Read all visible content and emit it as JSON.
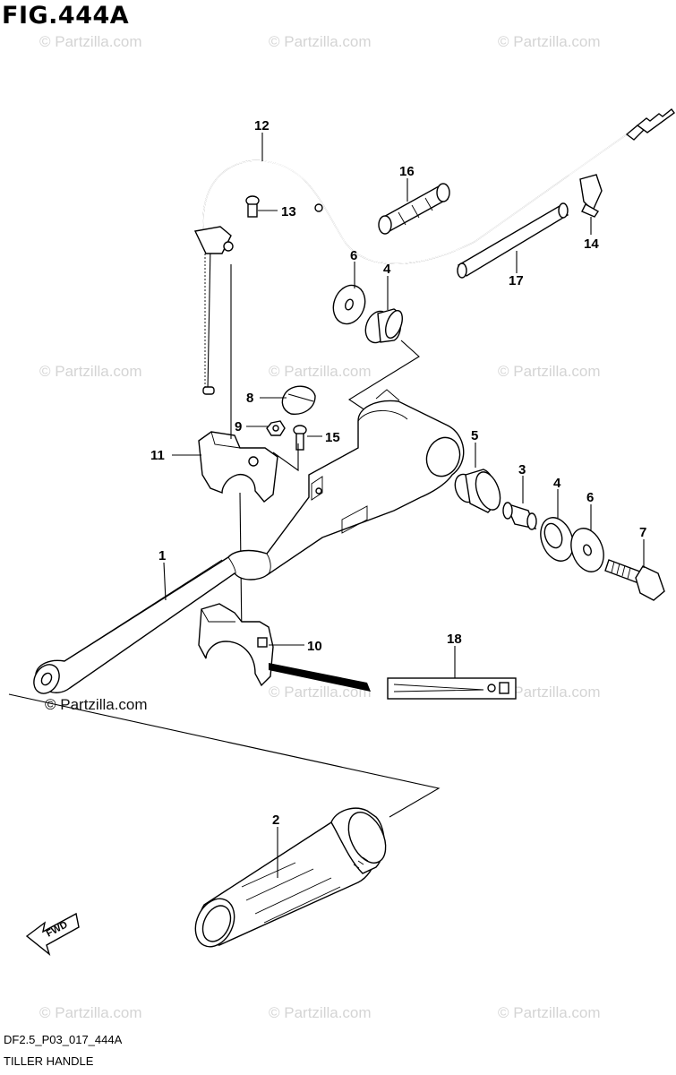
{
  "figure": {
    "title": "FIG.444A",
    "code": "DF2.5_P03_017_444A",
    "name": "TILLER HANDLE"
  },
  "watermark": {
    "text": "© Partzilla.com",
    "overlay_text": "© Partzilla.com"
  },
  "callouts": [
    {
      "id": "1",
      "label": "1"
    },
    {
      "id": "2",
      "label": "2"
    },
    {
      "id": "3",
      "label": "3"
    },
    {
      "id": "4a",
      "label": "4"
    },
    {
      "id": "4b",
      "label": "4"
    },
    {
      "id": "5",
      "label": "5"
    },
    {
      "id": "6a",
      "label": "6"
    },
    {
      "id": "6b",
      "label": "6"
    },
    {
      "id": "7",
      "label": "7"
    },
    {
      "id": "8",
      "label": "8"
    },
    {
      "id": "9",
      "label": "9"
    },
    {
      "id": "10",
      "label": "10"
    },
    {
      "id": "11",
      "label": "11"
    },
    {
      "id": "12",
      "label": "12"
    },
    {
      "id": "13",
      "label": "13"
    },
    {
      "id": "14",
      "label": "14"
    },
    {
      "id": "15",
      "label": "15"
    },
    {
      "id": "16",
      "label": "16"
    },
    {
      "id": "17",
      "label": "17"
    },
    {
      "id": "18",
      "label": "18"
    }
  ],
  "fwd_arrow": {
    "label": "FWD"
  }
}
